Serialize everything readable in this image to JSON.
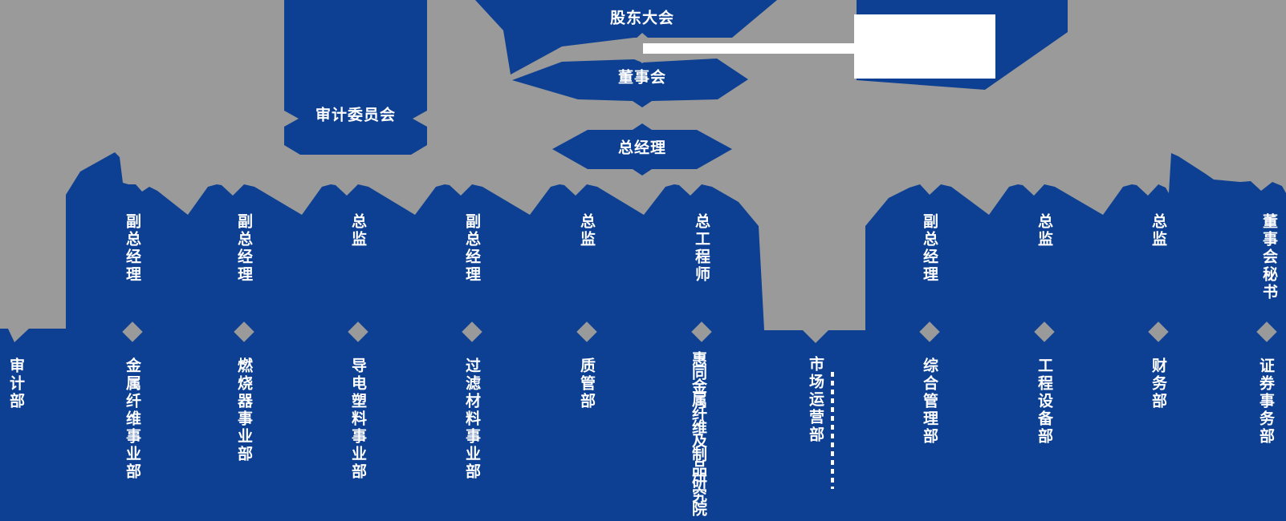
{
  "colors": {
    "background": "#9a9a9a",
    "primary_blue": "#0d4092",
    "label_text": "#ffffff",
    "connector_gray": "#9a9a9a",
    "callout_white": "#ffffff"
  },
  "nodes": {
    "shareholders_meeting": "股东大会",
    "board_of_directors": "董事会",
    "general_manager": "总经理",
    "audit_committee": "审计委员会"
  },
  "executives": [
    {
      "title": "副总经理"
    },
    {
      "title": "副总经理"
    },
    {
      "title": "总监"
    },
    {
      "title": "副总经理"
    },
    {
      "title": "总监"
    },
    {
      "title": "总工程师"
    },
    {
      "title": "副总经理"
    },
    {
      "title": "总监"
    },
    {
      "title": "总监"
    },
    {
      "title": "董事会秘书"
    }
  ],
  "departments": [
    {
      "name": "审计部"
    },
    {
      "name": "金属纤维事业部"
    },
    {
      "name": "燃烧器事业部"
    },
    {
      "name": "导电塑料事业部"
    },
    {
      "name": "过滤材料事业部"
    },
    {
      "name": "质管部"
    },
    {
      "name": "惠同金属纤维及制品研究院"
    },
    {
      "name": "市场运营部"
    },
    {
      "name": "综合管理部"
    },
    {
      "name": "工程设备部"
    },
    {
      "name": "财务部"
    },
    {
      "name": "证券事务部"
    }
  ]
}
